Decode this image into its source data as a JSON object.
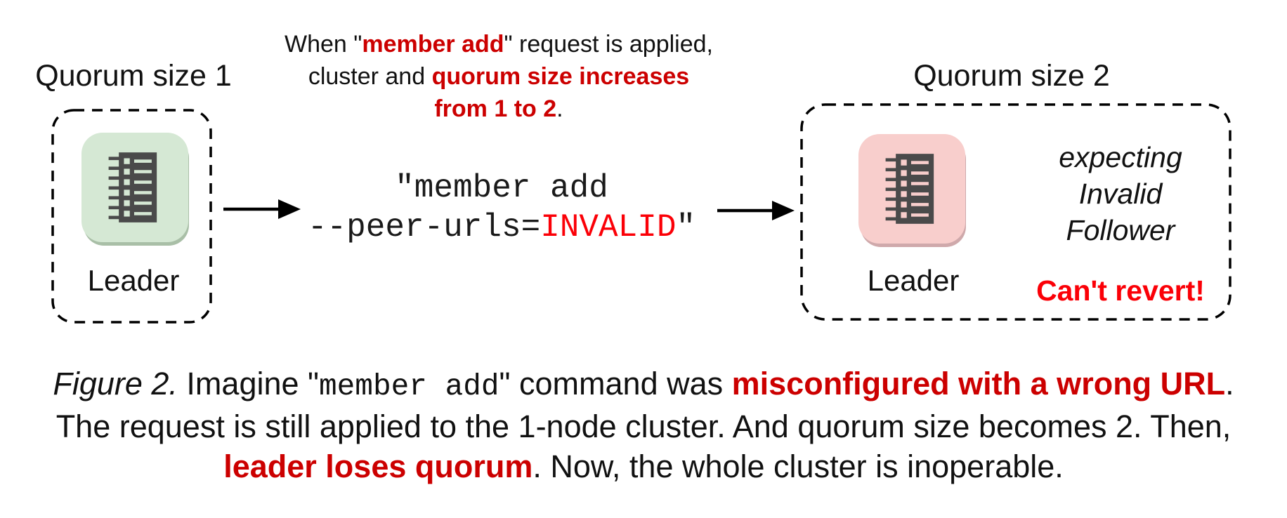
{
  "left": {
    "quorum_label": "Quorum size 1",
    "node_label": "Leader"
  },
  "right": {
    "quorum_label": "Quorum size 2",
    "node_label": "Leader",
    "expecting_lines": [
      "expecting",
      "Invalid",
      "Follower"
    ],
    "warning": "Can't revert!"
  },
  "note": {
    "l1a": "When \"",
    "l1b": "member add",
    "l1c": "\" request is applied,",
    "l2a": "cluster and ",
    "l2b": "quorum size increases",
    "l3a": "from 1 to 2",
    "l3b": "."
  },
  "command": {
    "line1": "\"member add",
    "line2a": "--peer-urls=",
    "line2b": "INVALID",
    "line2c": "\""
  },
  "caption": {
    "fig_label": "Figure 2.",
    "seg1": " Imagine \"",
    "mono1": "member add",
    "seg2": "\" command was ",
    "red1": "misconfigured with a wrong URL",
    "seg3": ".",
    "line2": "The request is still applied to the 1-node cluster. And quorum size becomes 2. Then,",
    "red2": "leader loses quorum",
    "seg4": " Now, the whole cluster is inoperable.",
    "red2_period": "."
  },
  "icons": {
    "node_icon": "server-list-icon",
    "arrow_icon": "arrow-right-icon"
  },
  "colors": {
    "node_green": "#d5e8d4",
    "node_green_shadow": "#a9bfa7",
    "node_pink": "#f8cecc",
    "node_pink_shadow": "#cfa9ab",
    "icon_dark": "#4a4a4a",
    "red_bold_text": "#cc0000",
    "bright_red_text": "#fb0007",
    "text": "#111111"
  }
}
